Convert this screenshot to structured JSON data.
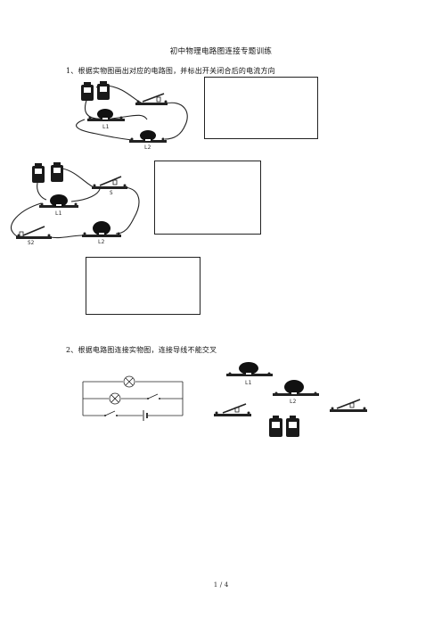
{
  "title": "初中物理电路图连接专题训练",
  "question1": "1、根据实物图画出对应的电路图，并标出开关闭合后的电流方向",
  "question2": "2、根据电路图连接实物图，连接导线不能交叉",
  "labels": {
    "d1_L1": "L1",
    "d1_L2": "L2",
    "d2_S": "S",
    "d2_L1": "L1",
    "d2_S2": "S2",
    "d2_L2": "L2",
    "d3_L1": "L1",
    "d3_L2": "L2"
  },
  "footer": "1 / 4"
}
